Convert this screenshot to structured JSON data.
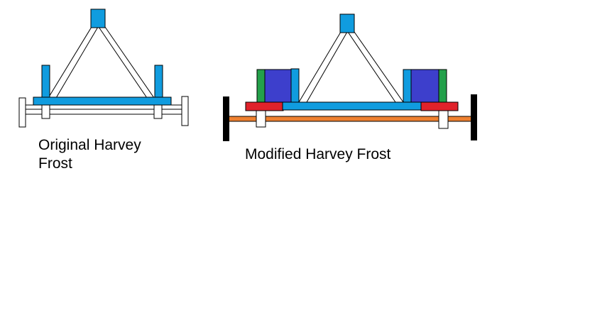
{
  "captions": {
    "original": [
      "Original Harvey",
      "Frost"
    ],
    "modified": "Modified Harvey Frost"
  },
  "colors": {
    "frame_blue": "#109cdf",
    "weight_navy": "#3d3fcc",
    "plate_green": "#23a04a",
    "pad_red": "#e0222a",
    "axle_orange": "#ee8030",
    "wheel_black": "#000000",
    "outline": "#000000",
    "background": "#ffffff"
  }
}
